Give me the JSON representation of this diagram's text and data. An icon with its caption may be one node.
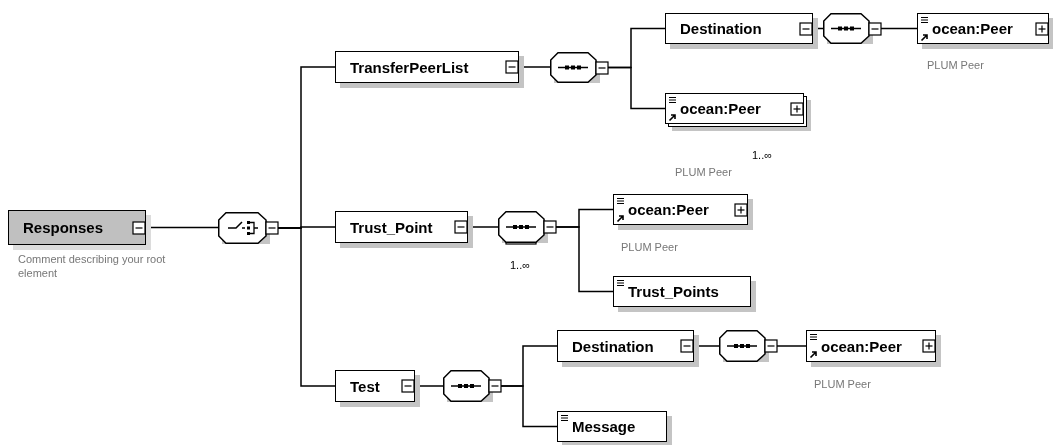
{
  "diagram": {
    "nodes": [
      {
        "text": [
          "Responses"
        ],
        "beside": [
          "Comment describing your root element"
        ]
      },
      {
        "text": [],
        "shape": "octagon"
      },
      {
        "text": [
          "TransferPeerList"
        ]
      },
      {
        "text": [],
        "shape": "octagon"
      },
      {
        "text": [
          "Destination"
        ]
      },
      {
        "text": [],
        "shape": "octagon"
      },
      {
        "text": [
          "ocean:Peer"
        ],
        "beside": [
          "PLUM Peer"
        ]
      },
      {
        "text": [
          "ocean:Peer"
        ],
        "beside": [
          "1..∞",
          "PLUM Peer"
        ]
      },
      {
        "text": [
          "Trust_Point"
        ]
      },
      {
        "text": [],
        "shape": "octagon",
        "beside": [
          "1..∞"
        ]
      },
      {
        "text": [
          "ocean:Peer"
        ],
        "beside": [
          "PLUM Peer"
        ]
      },
      {
        "text": [
          "Trust_Points"
        ]
      },
      {
        "text": [
          "Test"
        ]
      },
      {
        "text": [],
        "shape": "octagon"
      },
      {
        "text": [
          "Destination"
        ]
      },
      {
        "text": [],
        "shape": "octagon"
      },
      {
        "text": [
          "ocean:Peer"
        ],
        "beside": [
          "PLUM Peer"
        ]
      },
      {
        "text": [
          "Message"
        ]
      }
    ],
    "edges": [
      {
        "from": 0,
        "to": 1,
        "arrow": "none"
      },
      {
        "from": 1,
        "to": 2,
        "arrow": "none"
      },
      {
        "from": 1,
        "to": 8,
        "arrow": "none"
      },
      {
        "from": 1,
        "to": 12,
        "arrow": "none"
      },
      {
        "from": 2,
        "to": 3,
        "arrow": "none"
      },
      {
        "from": 3,
        "to": 4,
        "arrow": "none"
      },
      {
        "from": 3,
        "to": 7,
        "arrow": "none"
      },
      {
        "from": 4,
        "to": 5,
        "arrow": "none"
      },
      {
        "from": 5,
        "to": 6,
        "arrow": "none"
      },
      {
        "from": 8,
        "to": 9,
        "arrow": "none"
      },
      {
        "from": 9,
        "to": 10,
        "arrow": "none"
      },
      {
        "from": 9,
        "to": 11,
        "arrow": "none"
      },
      {
        "from": 12,
        "to": 13,
        "arrow": "none"
      },
      {
        "from": 13,
        "to": 14,
        "arrow": "none"
      },
      {
        "from": 13,
        "to": 17,
        "arrow": "none"
      },
      {
        "from": 14,
        "to": 15,
        "arrow": "none"
      },
      {
        "from": 15,
        "to": 16,
        "arrow": "none"
      }
    ]
  }
}
